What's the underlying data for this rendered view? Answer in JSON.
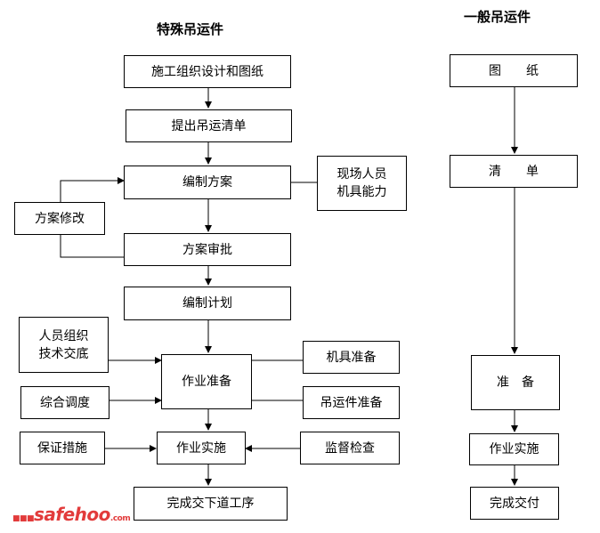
{
  "titles": {
    "special": "特殊吊运件",
    "general": "一般吊运件"
  },
  "left_flow": {
    "design_drawings": "施工组织设计和图纸",
    "lifting_list": "提出吊运清单",
    "prepare_plan": "编制方案",
    "site_personnel": "现场人员\n机具能力",
    "plan_revision": "方案修改",
    "plan_approval": "方案审批",
    "prepare_schedule": "编制计划",
    "personnel_briefing": "人员组织\n技术交底",
    "work_preparation": "作业准备",
    "equipment_prep": "机具准备",
    "coordination": "综合调度",
    "lifted_parts_prep": "吊运件准备",
    "safety_measures": "保证措施",
    "work_execution": "作业实施",
    "supervision": "监督检查",
    "handover": "完成交下道工序"
  },
  "right_flow": {
    "drawings": "图　　纸",
    "list": "清　　单",
    "preparation": "准　备",
    "execution": "作业实施",
    "handover": "完成交付"
  },
  "watermark": {
    "text": "safehoo",
    "suffix": ".com"
  }
}
